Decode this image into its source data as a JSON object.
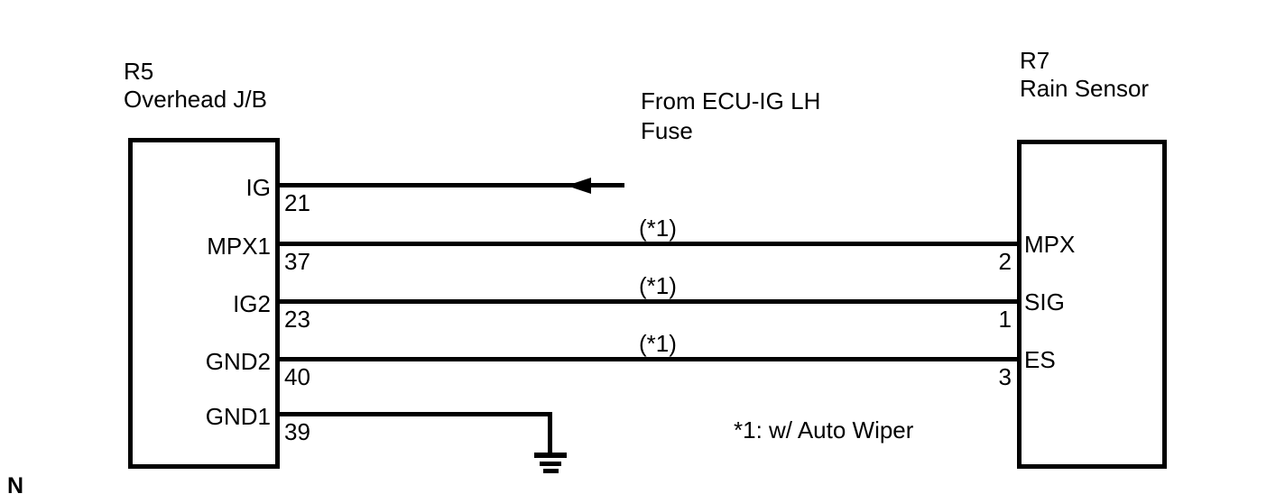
{
  "diagram": {
    "title_hint": "Rain sensor wiring diagram",
    "corner_mark": "N",
    "connectors": {
      "left": {
        "id": "R5",
        "name": "Overhead J/B",
        "pins": [
          {
            "label": "IG",
            "number": "21"
          },
          {
            "label": "MPX1",
            "number": "37"
          },
          {
            "label": "IG2",
            "number": "23"
          },
          {
            "label": "GND2",
            "number": "40"
          },
          {
            "label": "GND1",
            "number": "39"
          }
        ]
      },
      "right": {
        "id": "R7",
        "name": "Rain Sensor",
        "pins": [
          {
            "label": "MPX",
            "number": "2"
          },
          {
            "label": "SIG",
            "number": "1"
          },
          {
            "label": "ES",
            "number": "3"
          }
        ]
      }
    },
    "annotations": {
      "fuse_line1": "From ECU-IG LH",
      "fuse_line2": "Fuse",
      "wire_tag_1": "(*1)",
      "wire_tag_2": "(*1)",
      "wire_tag_3": "(*1)",
      "footnote": "*1: w/ Auto Wiper"
    }
  },
  "colors": {
    "line": "#000000",
    "background": "#ffffff"
  }
}
